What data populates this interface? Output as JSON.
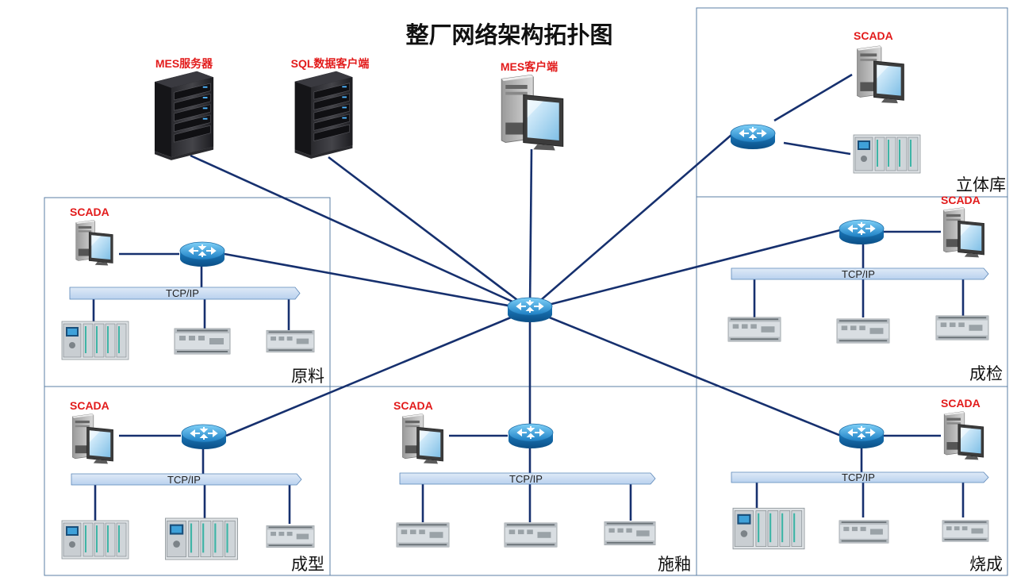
{
  "title": "整厂网络架构拓扑图",
  "colors": {
    "link": "#16306e",
    "label_red": "#e21b1b",
    "zone_border": "#5b7fa6",
    "bus_fill": "#c9dcf2",
    "router": "#2a93d5"
  },
  "central": {
    "servers": [
      {
        "label": "MES服务器",
        "icon": "server-tower-icon"
      },
      {
        "label": "SQL数据客户端",
        "icon": "server-tower-icon"
      }
    ],
    "client": {
      "label": "MES客户端",
      "icon": "desktop-computer-icon"
    },
    "core_router": {
      "icon": "router-icon"
    }
  },
  "zones": [
    {
      "id": "yuanliao",
      "name": "原料",
      "scada": "SCADA",
      "bus": "TCP/IP",
      "devices": [
        "plc-rack-icon",
        "plc-module-icon",
        "plc-module-icon"
      ]
    },
    {
      "id": "chengxing",
      "name": "成型",
      "scada": "SCADA",
      "bus": "TCP/IP",
      "devices": [
        "plc-rack-icon",
        "plc-rack-icon",
        "plc-module-icon"
      ]
    },
    {
      "id": "shiyou",
      "name": "施釉",
      "scada": "SCADA",
      "bus": "TCP/IP",
      "devices": [
        "plc-module-icon",
        "plc-module-icon",
        "plc-module-icon"
      ]
    },
    {
      "id": "shaocheng",
      "name": "烧成",
      "scada": "SCADA",
      "bus": "TCP/IP",
      "devices": [
        "plc-rack-icon",
        "plc-module-icon",
        "plc-module-icon"
      ]
    },
    {
      "id": "chengjian",
      "name": "成检",
      "scada": "SCADA",
      "bus": "TCP/IP",
      "devices": [
        "plc-module-icon",
        "plc-module-icon",
        "plc-module-icon"
      ]
    },
    {
      "id": "litiku",
      "name": "立体库",
      "scada": "SCADA",
      "devices": [
        "plc-rack-icon"
      ]
    }
  ]
}
